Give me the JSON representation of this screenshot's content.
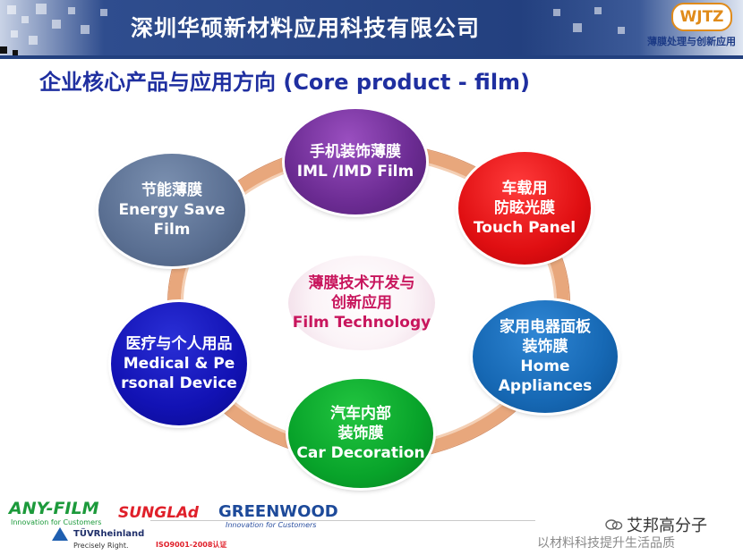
{
  "header": {
    "company": "深圳华硕新材料应用科技有限公司",
    "logo_text": "WJTZ",
    "logo_slogan": "薄膜处理与创新应用"
  },
  "title": "企业核心产品与应用方向 (Core product - film)",
  "diagram": {
    "center": {
      "lines": [
        "薄膜技术开发与",
        "创新应用",
        "Film Technology"
      ]
    },
    "nodes": [
      {
        "id": "iml",
        "lines": [
          "手机装饰薄膜",
          "IML /IMD Film"
        ]
      },
      {
        "id": "touch",
        "lines": [
          "车载用",
          "防眩光膜",
          "Touch Panel"
        ]
      },
      {
        "id": "energy",
        "lines": [
          "节能薄膜",
          "Energy Save",
          "Film"
        ]
      },
      {
        "id": "home",
        "lines": [
          "家用电器面板",
          "装饰膜",
          "Home",
          "Appliances"
        ]
      },
      {
        "id": "medical",
        "lines": [
          "医疗与个人用品",
          "Medical & Pe",
          "rsonal Device"
        ]
      },
      {
        "id": "car",
        "lines": [
          "汽车内部",
          "装饰膜",
          "Car Decoration"
        ]
      }
    ]
  },
  "footer": {
    "anyfilm": "ANY-FILM",
    "anyfilm_tag": "Innovation for Customers",
    "sungard": "SUNGLAd",
    "greenwood": "GREENWOOD",
    "greenwood_tag": "Innovation for Customers",
    "tuv": "TÜVRheinland",
    "tuv_tag": "Precisely Right.",
    "iso": "ISO9001-2008认证"
  },
  "watermark": {
    "name": "艾邦高分子",
    "slogan": "以材料科技提升生活品质"
  },
  "colors": {
    "banner": "#23407f",
    "title": "#1f2fa0",
    "ring": "#e8a77c",
    "iml": "#6b2b92",
    "touch": "#e00f12",
    "energy": "#5a6f92",
    "home": "#1668b4",
    "medical": "#1212b4",
    "car": "#08a32a",
    "center_text": "#c8165d"
  }
}
